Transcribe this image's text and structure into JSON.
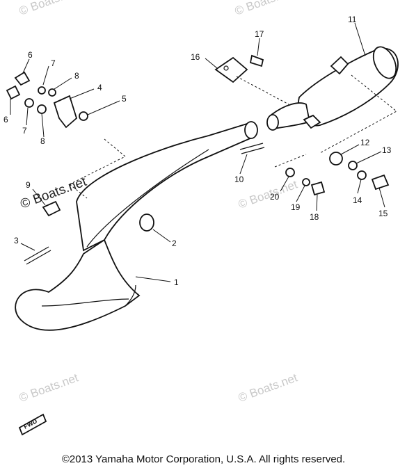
{
  "callouts": [
    "1",
    "2",
    "3",
    "4",
    "5",
    "6",
    "6",
    "7",
    "7",
    "8",
    "8",
    "9",
    "10",
    "11",
    "12",
    "13",
    "14",
    "15",
    "16",
    "17",
    "18",
    "19",
    "20"
  ],
  "watermark": {
    "text": "© Boats.net"
  },
  "badge": {
    "text": "FWD"
  },
  "footer": {
    "copyright": "©2013 Yamaha Motor Corporation, U.S.A. All rights reserved."
  }
}
